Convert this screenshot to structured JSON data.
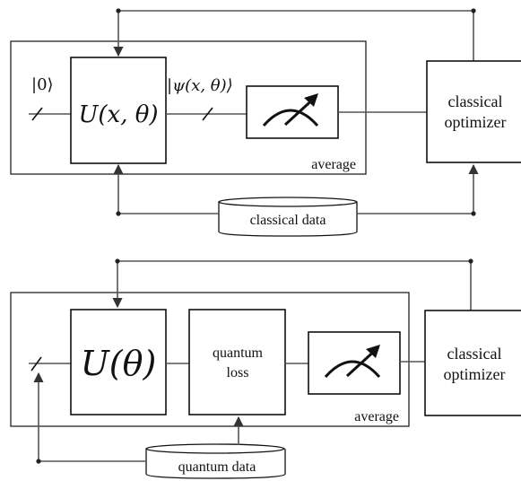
{
  "top_diagram": {
    "input_state": "|0⟩",
    "unitary": "U(x, θ)",
    "state": "|ψ(x, θ)⟩",
    "average_label": "average",
    "optimizer": [
      "classical",
      "optimizer"
    ],
    "data_label": "classical data"
  },
  "bottom_diagram": {
    "unitary": "U(θ)",
    "loss": [
      "quantum",
      "loss"
    ],
    "average_label": "average",
    "optimizer": [
      "classical",
      "optimizer"
    ],
    "data_label": "quantum data"
  },
  "icons": {
    "meter": "measurement-meter-icon"
  }
}
